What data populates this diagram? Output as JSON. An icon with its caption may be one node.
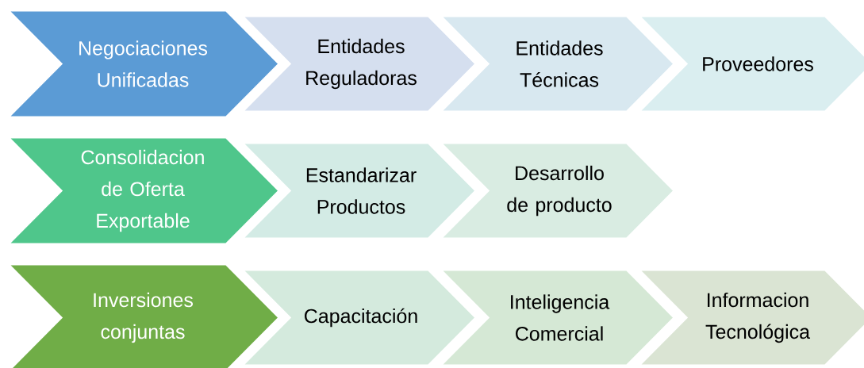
{
  "diagram": {
    "nodes": [
      {
        "text": [
          "Negociaciones Unificadas"
        ]
      },
      {
        "text": [
          "Entidades Reguladoras"
        ]
      },
      {
        "text": [
          "Entidades Técnicas"
        ]
      },
      {
        "text": [
          "Proveedores"
        ]
      },
      {
        "text": [
          "Consolidacion de Oferta Exportable"
        ]
      },
      {
        "text": [
          "Estandarizar Productos"
        ]
      },
      {
        "text": [
          "Desarrollo de producto"
        ]
      },
      {
        "text": [
          "Inversiones conjuntas"
        ]
      },
      {
        "text": [
          "Capacitación"
        ]
      },
      {
        "text": [
          "Inteligencia Comercial"
        ]
      },
      {
        "text": [
          "Informacion Tecnológica"
        ]
      }
    ]
  }
}
